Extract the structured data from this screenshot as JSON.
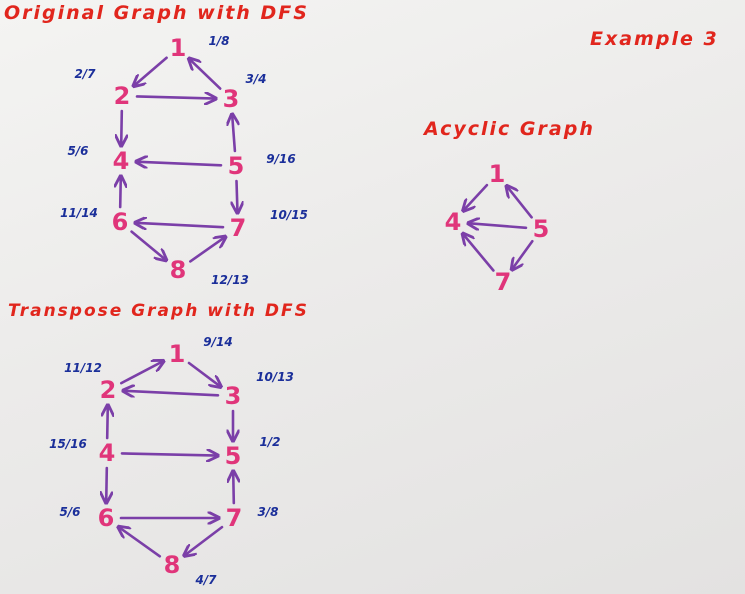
{
  "colors": {
    "heading": "#e1261d",
    "node": "#e0357a",
    "edge": "#7b3fa8",
    "label": "#1b2f9a"
  },
  "headings": {
    "original": "Original Graph with DFS",
    "transpose": "Transpose Graph with DFS",
    "acyclic": "Acyclic Graph",
    "example": "Example 3"
  },
  "original_graph": {
    "nodes": [
      {
        "id": "1",
        "label": "1",
        "times": "1/8"
      },
      {
        "id": "2",
        "label": "2",
        "times": "2/7"
      },
      {
        "id": "3",
        "label": "3",
        "times": "3/4"
      },
      {
        "id": "4",
        "label": "4",
        "times": "5/6"
      },
      {
        "id": "5",
        "label": "5",
        "times": "9/16"
      },
      {
        "id": "6",
        "label": "6",
        "times": "11/14"
      },
      {
        "id": "7",
        "label": "7",
        "times": "10/15"
      },
      {
        "id": "8",
        "label": "8",
        "times": "12/13"
      }
    ],
    "edges": [
      {
        "from": "1",
        "to": "2"
      },
      {
        "from": "3",
        "to": "1"
      },
      {
        "from": "2",
        "to": "3"
      },
      {
        "from": "2",
        "to": "4"
      },
      {
        "from": "5",
        "to": "3"
      },
      {
        "from": "5",
        "to": "4"
      },
      {
        "from": "5",
        "to": "7"
      },
      {
        "from": "6",
        "to": "4"
      },
      {
        "from": "7",
        "to": "6"
      },
      {
        "from": "6",
        "to": "8"
      },
      {
        "from": "8",
        "to": "7"
      }
    ]
  },
  "transpose_graph": {
    "nodes": [
      {
        "id": "1",
        "label": "1",
        "times": "9/14"
      },
      {
        "id": "2",
        "label": "2",
        "times": "11/12"
      },
      {
        "id": "3",
        "label": "3",
        "times": "10/13"
      },
      {
        "id": "4",
        "label": "4",
        "times": "15/16"
      },
      {
        "id": "5",
        "label": "5",
        "times": "1/2"
      },
      {
        "id": "6",
        "label": "6",
        "times": "5/6"
      },
      {
        "id": "7",
        "label": "7",
        "times": "3/8"
      },
      {
        "id": "8",
        "label": "8",
        "times": "4/7"
      }
    ],
    "edges": [
      {
        "from": "2",
        "to": "1"
      },
      {
        "from": "1",
        "to": "3"
      },
      {
        "from": "3",
        "to": "2"
      },
      {
        "from": "4",
        "to": "2"
      },
      {
        "from": "3",
        "to": "5"
      },
      {
        "from": "4",
        "to": "5"
      },
      {
        "from": "7",
        "to": "5"
      },
      {
        "from": "4",
        "to": "6"
      },
      {
        "from": "6",
        "to": "7"
      },
      {
        "from": "8",
        "to": "6"
      },
      {
        "from": "7",
        "to": "8"
      }
    ]
  },
  "acyclic_graph": {
    "nodes": [
      {
        "id": "1",
        "label": "1"
      },
      {
        "id": "4",
        "label": "4"
      },
      {
        "id": "5",
        "label": "5"
      },
      {
        "id": "7",
        "label": "7"
      }
    ],
    "edges": [
      {
        "from": "1",
        "to": "4"
      },
      {
        "from": "5",
        "to": "1"
      },
      {
        "from": "5",
        "to": "4"
      },
      {
        "from": "5",
        "to": "7"
      },
      {
        "from": "7",
        "to": "4"
      }
    ]
  }
}
